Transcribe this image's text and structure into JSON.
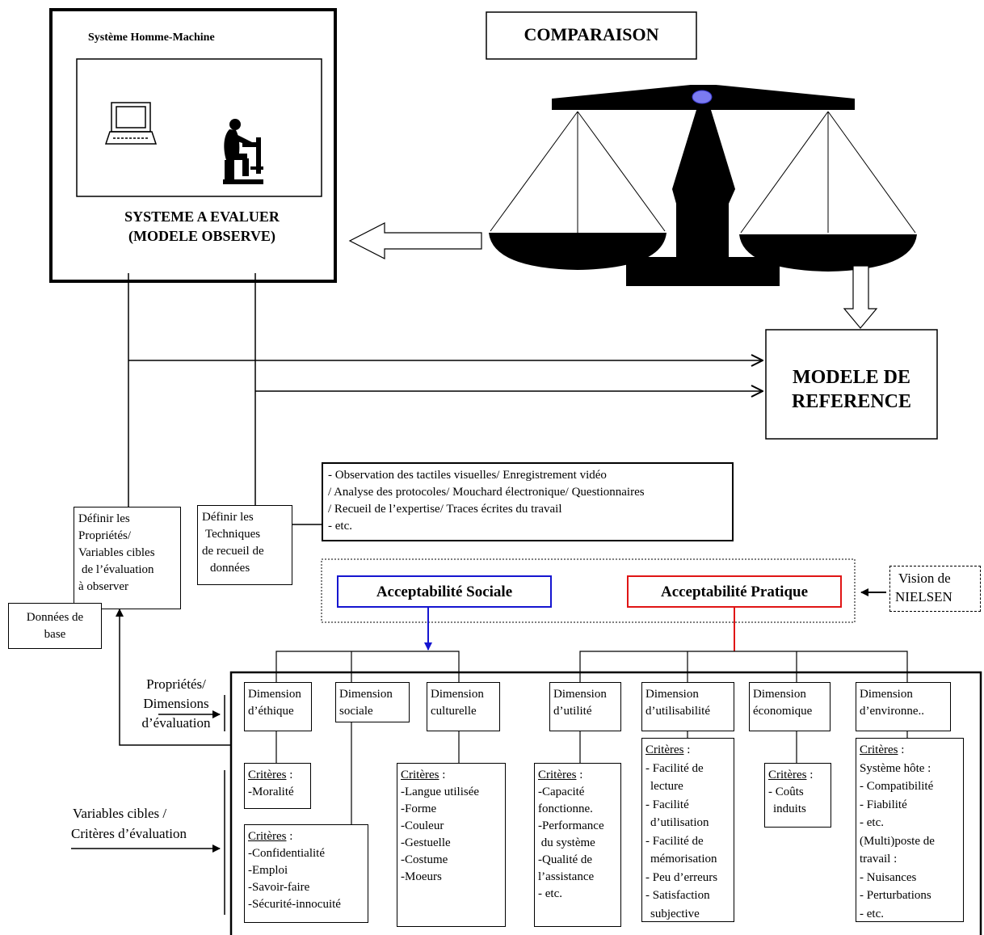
{
  "system": {
    "header": "Système Homme-Machine",
    "title_line1": "SYSTEME A EVALUER",
    "title_line2": "(MODELE OBSERVE)"
  },
  "comparison": {
    "title": "COMPARAISON"
  },
  "reference": {
    "line1": "MODELE DE",
    "line2": "REFERENCE"
  },
  "define_properties": [
    "Définir les",
    "Propriétés/",
    "Variables cibles",
    "de l’évaluation",
    "à observer"
  ],
  "define_techniques": [
    "Définir les",
    "Techniques",
    "de recueil de",
    "données"
  ],
  "techniques_list": [
    "- Observation des tactiles visuelles/ Enregistrement vidéo",
    "/ Analyse des protocoles/ Mouchard électronique/ Questionnaires",
    "/ Recueil de l’expertise/ Traces écrites du travail",
    "- etc."
  ],
  "base_data": [
    "Données de",
    "base"
  ],
  "acceptability": {
    "social": "Acceptabilité Sociale",
    "practical": "Acceptabilité Pratique",
    "social_color": "#1515d0",
    "practical_color": "#e01515"
  },
  "vision": [
    "Vision de",
    "NIELSEN"
  ],
  "side_labels": {
    "dimensions": [
      "Propriétés/",
      "Dimensions",
      "d’évaluation"
    ],
    "criteria": [
      "Variables cibles /",
      "Critères d’évaluation"
    ]
  },
  "dimensions": {
    "ethique": [
      "Dimension",
      "d’éthique"
    ],
    "sociale": [
      "Dimension",
      "sociale"
    ],
    "culturelle": [
      "Dimension",
      "culturelle"
    ],
    "utilite": [
      "Dimension",
      "d’utilité"
    ],
    "utilisabilite": [
      "Dimension",
      "d’utilisabilité"
    ],
    "economique": [
      "Dimension",
      "économique"
    ],
    "environnement": [
      "Dimension",
      "d’environne.."
    ]
  },
  "criteria_label": "Critères",
  "criteria": {
    "ethique": [
      "-Moralité"
    ],
    "sociale": [
      "-Confidentialité",
      "-Emploi",
      "-Savoir-faire",
      "-Sécurité-innocuité"
    ],
    "culturelle": [
      "-Langue utilisée",
      "-Forme",
      "-Couleur",
      "-Gestuelle",
      "-Costume",
      "-Moeurs"
    ],
    "utilite": [
      "-Capacité",
      "fonctionne.",
      "-Performance",
      " du système",
      "-Qualité de",
      "l’assistance",
      "- etc."
    ],
    "utilisabilite": [
      "- Facilité de",
      "lecture",
      "- Facilité",
      "d’utilisation",
      "- Facilité de",
      "mémorisation",
      "- Peu d’erreurs",
      "- Satisfaction",
      "subjective"
    ],
    "economique": [
      "- Coûts",
      "induits"
    ],
    "environnement": [
      "Système hôte :",
      "- Compatibilité",
      "- Fiabilité",
      "- etc.",
      "(Multi)poste de",
      "travail :",
      "- Nuisances",
      "- Perturbations",
      "- etc."
    ]
  }
}
